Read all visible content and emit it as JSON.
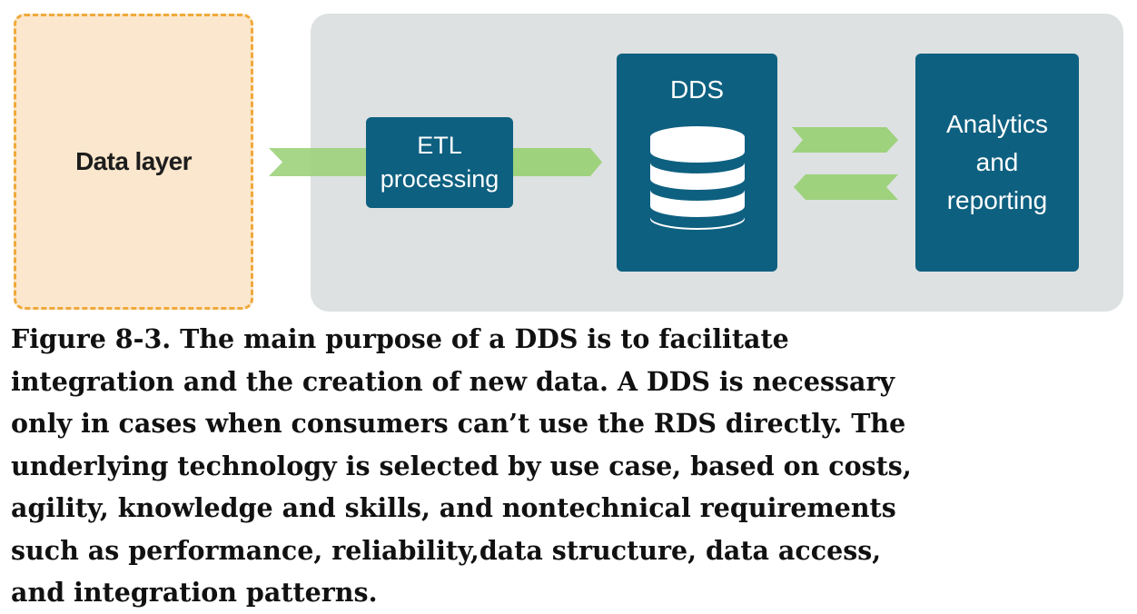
{
  "diagram": {
    "data_layer": "Data layer",
    "etl": [
      "ETL",
      "processing"
    ],
    "dds": "DDS",
    "analytics": [
      "Analytics",
      "and",
      "reporting"
    ],
    "colors": {
      "panel": "#dde1e2",
      "box": "#0e6080",
      "arrow": "#9ed27c",
      "data_layer_fill": "#fbe7cd",
      "data_layer_border": "#f0a93a"
    },
    "icons": [
      "database-icon"
    ]
  },
  "caption": [
    "Figure 8-3. The main purpose of a DDS is to facilitate",
    "integration and the creation of new data. A DDS is necessary",
    "only in cases when consumers can’t use the RDS directly. The",
    "underlying technology is selected by use case, based on costs,",
    "agility, knowledge and skills, and nontechnical requirements",
    "such as performance, reliability,data structure, data access,",
    "and integration patterns."
  ]
}
